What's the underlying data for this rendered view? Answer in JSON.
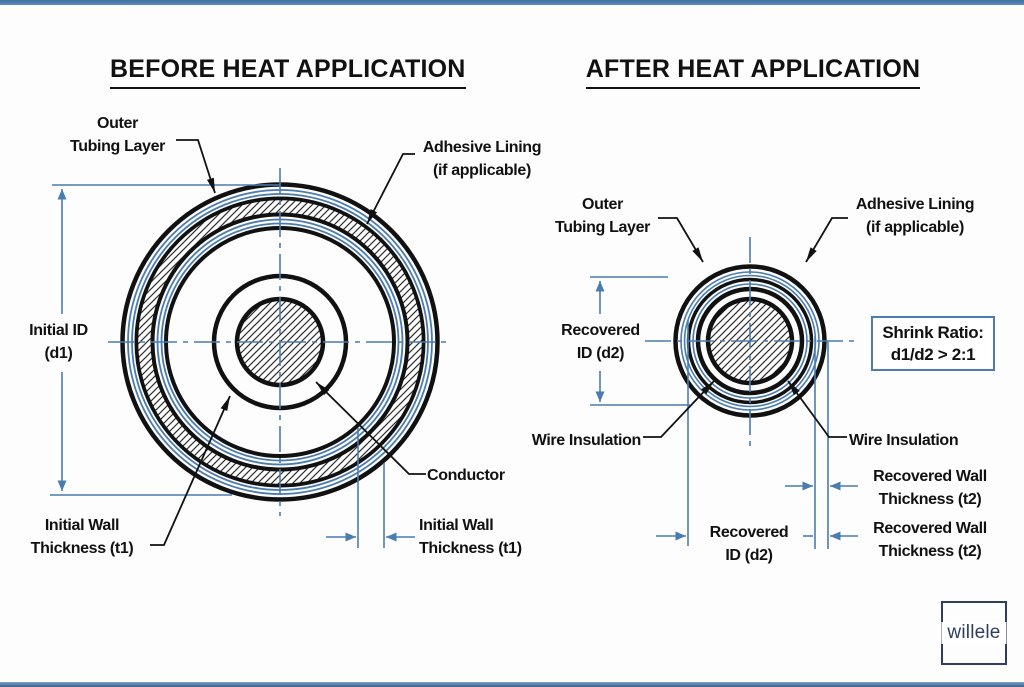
{
  "colors": {
    "accent_blue": "#4a7cb0",
    "navy": "#2e3f5e",
    "line_black": "#111111",
    "background": "#ffffff"
  },
  "titles": {
    "before": "BEFORE HEAT APPLICATION",
    "after": "AFTER HEAT APPLICATION"
  },
  "before": {
    "outer_tubing": {
      "line1": "Outer",
      "line2": "Tubing Layer"
    },
    "adhesive": {
      "line1": "Adhesive Lining",
      "line2": "(if applicable)"
    },
    "initial_id": {
      "line1": "Initial ID",
      "line2": "(d1)"
    },
    "conductor": "Conductor",
    "wall_left": {
      "line1": "Initial Wall",
      "line2": "Thickness (t1)"
    },
    "wall_right": {
      "line1": "Initial Wall",
      "line2": "Thickness (t1)"
    }
  },
  "after": {
    "outer_tubing": {
      "line1": "Outer",
      "line2": "Tubing Layer"
    },
    "adhesive": {
      "line1": "Adhesive Lining",
      "line2": "(if applicable)"
    },
    "recovered_id_side": {
      "line1": "Recovered",
      "line2": "ID (d2)"
    },
    "wire_insulation_left": "Wire Insulation",
    "wire_insulation_right": "Wire Insulation",
    "shrink_ratio": {
      "line1": "Shrink Ratio:",
      "line2": "d1/d2 > 2:1"
    },
    "wall_top": {
      "line1": "Recovered Wall",
      "line2": "Thickness (t2)"
    },
    "wall_bottom": {
      "line1": "Recovered Wall",
      "line2": "Thickness (t2)"
    },
    "recovered_id_bottom": {
      "line1": "Recovered",
      "line2": "ID (d2)"
    }
  },
  "footer": {
    "logo": "willele"
  }
}
